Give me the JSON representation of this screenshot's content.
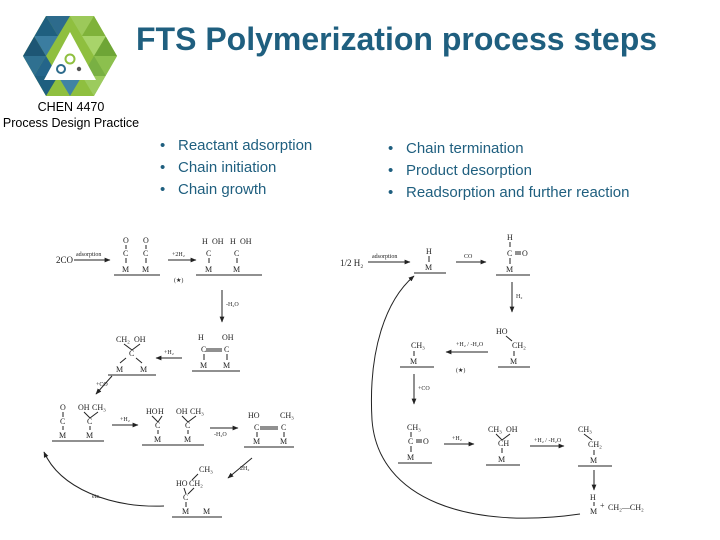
{
  "logo": {
    "name": "triangle-logo"
  },
  "course": {
    "line1": "CHEN 4470",
    "line2": "Process Design Practice"
  },
  "slide": {
    "title": "FTS Polymerization process steps"
  },
  "bullets_left": [
    "Reactant adsorption",
    "Chain initiation",
    "Chain growth"
  ],
  "bullets_right": [
    "Chain termination",
    "Product desorption",
    "Readsorption and further reaction"
  ],
  "left_scheme": {
    "reactant": "2CO",
    "step_adsorption": "adsorption",
    "step_h2": "+2H₂",
    "star": "(★)",
    "step_dehydration": "-H₂O",
    "step_h2_b": "+H₂",
    "step_co": "+CO",
    "step_h2_c": "+H₂",
    "step_dehydration_b": "-H₂O",
    "step_2h2": "2H₂",
    "etc": "etc."
  },
  "right_scheme": {
    "reactant": "1/2 H₂",
    "step_adsorption": "adsorption",
    "step_co": "CO",
    "step_h2": "H₂",
    "step_h2_dehydration": "+H₂ / -H₂O",
    "star": "(★)",
    "step_co_b": "+CO",
    "step_h2_b": "+H₂",
    "step_h2_dehydration_b": "+H₂ / -H₂O",
    "product": "CH₂—CH₂"
  }
}
